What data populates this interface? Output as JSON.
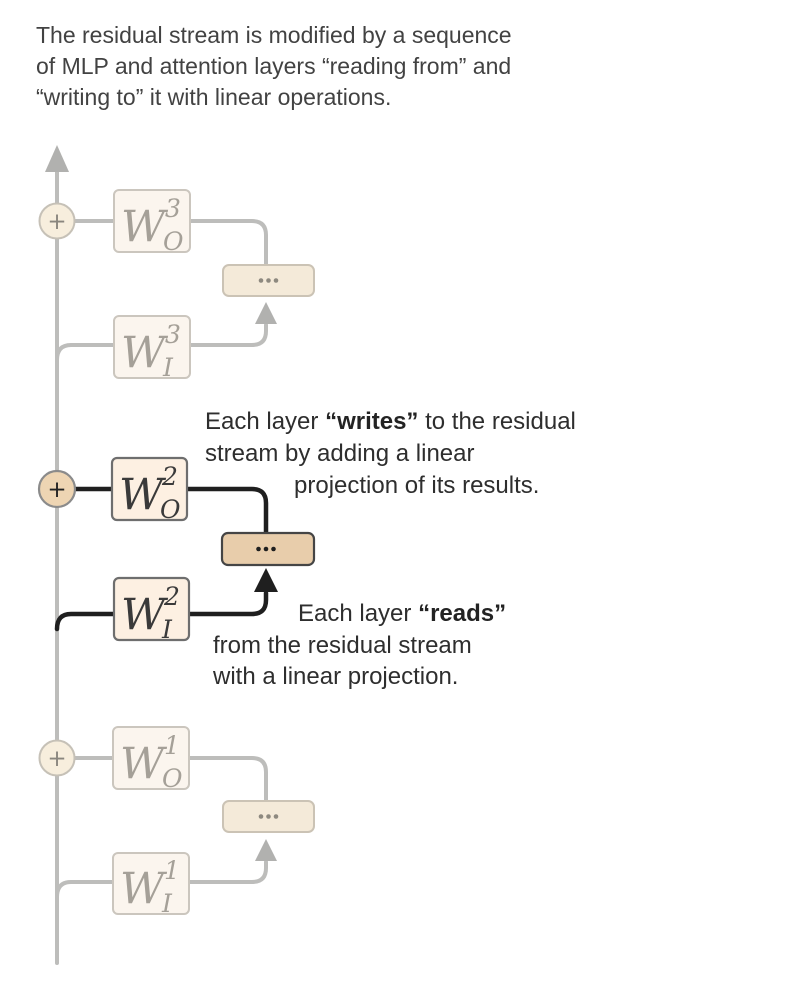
{
  "title": {
    "line1": "The residual stream is modified by a sequence",
    "line2": "of MLP and attention layers “reading from” and",
    "line3": "“writing to” it with linear operations."
  },
  "annotations": {
    "writes": {
      "line1_prefix": "Each layer ",
      "line1_bold": "“writes”",
      "line1_suffix": " to the residual",
      "line2": "stream by adding a linear",
      "line3": "projection of its results."
    },
    "reads": {
      "line1_prefix": "Each layer ",
      "line1_bold": "“reads”",
      "line2": "from the residual stream",
      "line3": "with a linear projection."
    }
  },
  "diagram": {
    "icons": {
      "plus": "+",
      "ellipsis": "•••",
      "arrow_up": "▲"
    },
    "layers": [
      {
        "id": "3",
        "state": "faded",
        "w_out": {
          "base": "W",
          "sup": "3",
          "sub": "O"
        },
        "w_in": {
          "base": "W",
          "sup": "3",
          "sub": "I"
        }
      },
      {
        "id": "2",
        "state": "highlighted",
        "w_out": {
          "base": "W",
          "sup": "2",
          "sub": "O"
        },
        "w_in": {
          "base": "W",
          "sup": "2",
          "sub": "I"
        }
      },
      {
        "id": "1",
        "state": "faded",
        "w_out": {
          "base": "W",
          "sup": "1",
          "sub": "O"
        },
        "w_in": {
          "base": "W",
          "sup": "1",
          "sub": "I"
        }
      }
    ],
    "colors": {
      "background": "#ffffff",
      "faded_line": "#bdbdbb",
      "faded_box_fill": "#fbf5ee",
      "faded_box_border": "#cbc6be",
      "faded_dots_fill": "#f4ead9",
      "faded_dots_border": "#cbc3b5",
      "faded_text": "#a5a098",
      "highlight_line": "#1f1f1f",
      "highlight_box_fill": "#fdf0e2",
      "highlight_box_border": "#6e6e6e",
      "highlight_dots_fill": "#e8cdab",
      "highlight_dots_border": "#454545",
      "plus_circle_faded_fill": "#f7eedd",
      "plus_circle_highlight_fill": "#eed5b3",
      "title_text": "#424242",
      "annotation_text": "#2e2e2e"
    }
  }
}
